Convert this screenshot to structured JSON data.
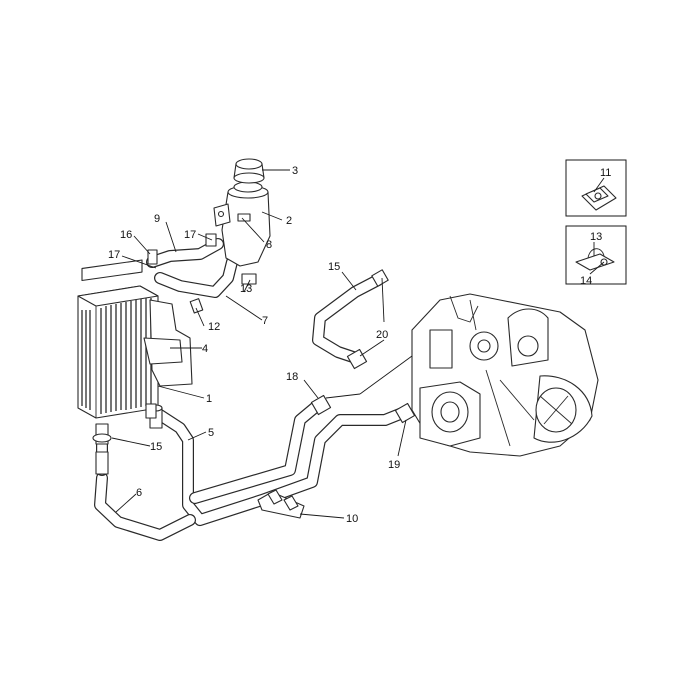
{
  "diagram": {
    "callouts": [
      {
        "id": "c1",
        "text": "1"
      },
      {
        "id": "c2",
        "text": "2"
      },
      {
        "id": "c3",
        "text": "3"
      },
      {
        "id": "c4",
        "text": "4"
      },
      {
        "id": "c5",
        "text": "5"
      },
      {
        "id": "c6",
        "text": "6"
      },
      {
        "id": "c7",
        "text": "7"
      },
      {
        "id": "c8",
        "text": "8"
      },
      {
        "id": "c9",
        "text": "9"
      },
      {
        "id": "c10",
        "text": "10"
      },
      {
        "id": "c11",
        "text": "11"
      },
      {
        "id": "c12",
        "text": "12"
      },
      {
        "id": "c13",
        "text": "13"
      },
      {
        "id": "c13b",
        "text": "13"
      },
      {
        "id": "c14",
        "text": "14"
      },
      {
        "id": "c15a",
        "text": "15"
      },
      {
        "id": "c15b",
        "text": "15"
      },
      {
        "id": "c16",
        "text": "16"
      },
      {
        "id": "c17a",
        "text": "17"
      },
      {
        "id": "c17b",
        "text": "17"
      },
      {
        "id": "c18",
        "text": "18"
      },
      {
        "id": "c19",
        "text": "19"
      },
      {
        "id": "c20",
        "text": "20"
      }
    ]
  }
}
